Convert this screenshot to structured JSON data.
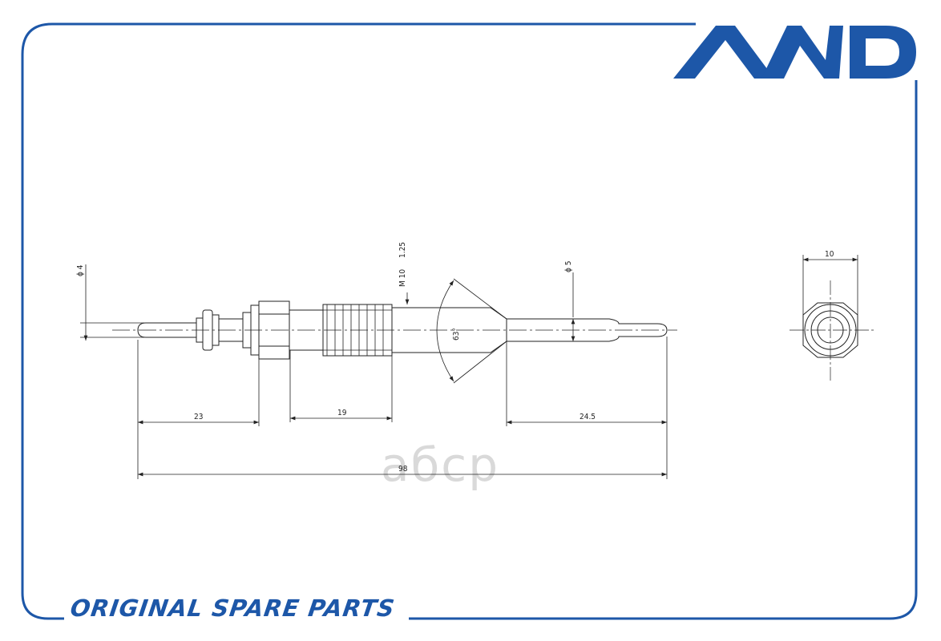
{
  "brand": {
    "logo_text": "AMD",
    "color": "#1d57a8"
  },
  "footer": {
    "tagline": "ORIGINAL SPARE PARTS"
  },
  "watermark": {
    "text": "aбcp"
  },
  "drawing": {
    "tip_diameter": "ϕ 4",
    "body_diameter": "ϕ 5",
    "thread_size": "M 10",
    "thread_pitch": "1.25",
    "cone_angle": "63°",
    "hex_size": "10",
    "dim_tip_length": "23",
    "dim_thread_length": "19",
    "dim_body_length": "24.5",
    "dim_total_length": "98"
  }
}
